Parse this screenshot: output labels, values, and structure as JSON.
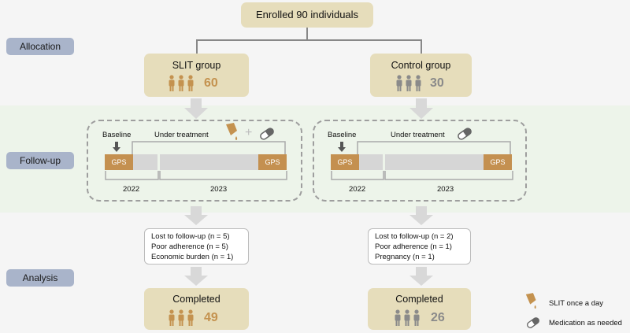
{
  "enrolled": "Enrolled 90 individuals",
  "stages": {
    "allocation": "Allocation",
    "followup": "Follow-up",
    "analysis": "Analysis"
  },
  "slit": {
    "group_label": "SLIT group",
    "count": "60",
    "baseline": "Baseline",
    "under_treatment": "Under treatment",
    "gps": "GPS",
    "year1": "2022",
    "year2": "2023",
    "plus": "+",
    "losses": [
      "Lost to follow-up (n = 5)",
      "Poor adherence (n = 5)",
      "Economic burden (n = 1)"
    ],
    "completed_label": "Completed",
    "completed_count": "49"
  },
  "control": {
    "group_label": "Control group",
    "count": "30",
    "baseline": "Baseline",
    "under_treatment": "Under treatment",
    "gps": "GPS",
    "year1": "2022",
    "year2": "2023",
    "losses": [
      "Lost to follow-up (n = 2)",
      "Poor adherence (n = 1)",
      "Pregnancy (n = 1)"
    ],
    "completed_label": "Completed",
    "completed_count": "26"
  },
  "legend": {
    "slit": "SLIT once a day",
    "medication": "Medication as needed"
  },
  "colors": {
    "slit": "#c4924f",
    "control": "#8a8a8a",
    "box": "#e6ddbb",
    "stage": "#a9b4ca",
    "band": "#edf4ea"
  },
  "icons": [
    "person-icon",
    "dropper-icon",
    "pill-icon",
    "down-arrow-icon"
  ]
}
